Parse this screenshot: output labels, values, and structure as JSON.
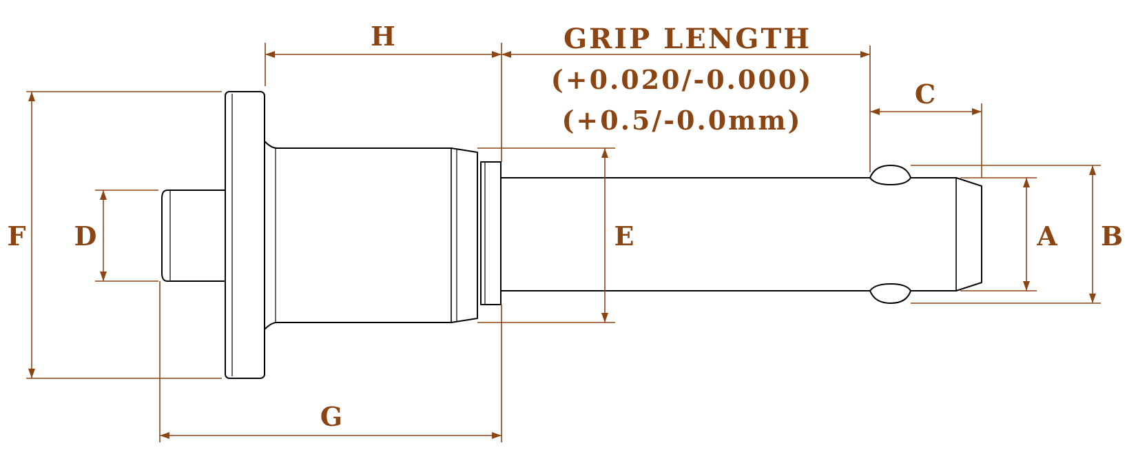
{
  "labels": {
    "h": "H",
    "grip_length": "GRIP LENGTH",
    "tol_inch": "(+0.020/-0.000)",
    "tol_mm": "(+0.5/-0.0mm)",
    "c": "C",
    "f": "F",
    "d": "D",
    "e": "E",
    "a": "A",
    "b": "B",
    "g": "G"
  },
  "colors": {
    "dimension": "#8b4513",
    "part_outline": "#000000",
    "background": "#ffffff"
  }
}
